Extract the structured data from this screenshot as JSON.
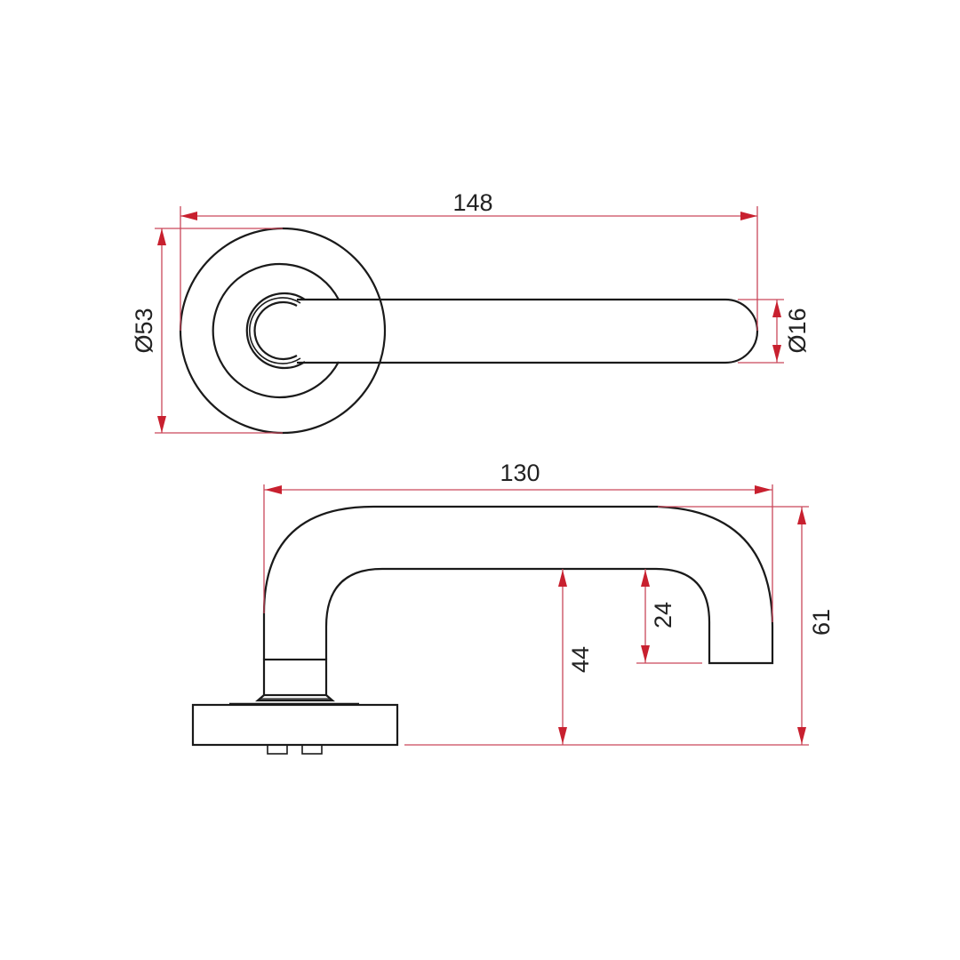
{
  "drawing": {
    "subject": "Door lever handle on round rose - technical drawing",
    "colors": {
      "outline": "#1a1a1a",
      "dimension_line": "#c9475a",
      "arrowhead": "#c8202f",
      "background": "#ffffff",
      "text": "#222222"
    },
    "top_view": {
      "dimensions": {
        "overall_length": "148",
        "rose_diameter": "Ø53",
        "lever_diameter": "Ø16"
      }
    },
    "side_view": {
      "dimensions": {
        "projection_length": "130",
        "inner_clearance_height": "44",
        "return_length": "24",
        "overall_height": "61"
      }
    }
  }
}
